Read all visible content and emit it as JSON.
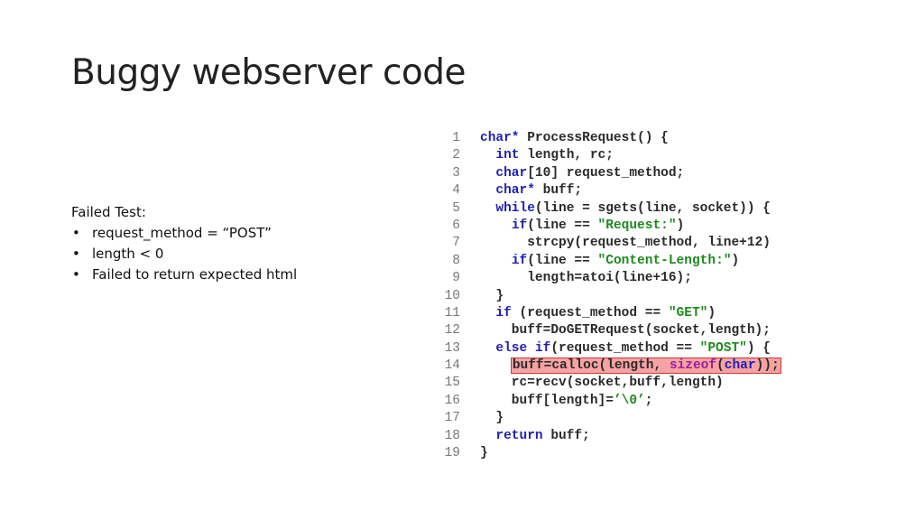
{
  "slide": {
    "title": "Buggy webserver code"
  },
  "failed_test": {
    "heading": "Failed Test:",
    "bullet": "•",
    "items": [
      "request_method = “POST”",
      "length < 0",
      "Failed to return expected html"
    ]
  },
  "code": {
    "highlight_color": "#f6a3a3",
    "keyword_color": "#1f1fb4",
    "string_color": "#1d8a1d",
    "lines": [
      {
        "num": "1",
        "tokens": [
          {
            "t": "char*",
            "c": "kw"
          },
          {
            "t": " ProcessRequest() {"
          }
        ]
      },
      {
        "num": "2",
        "tokens": [
          {
            "t": "  "
          },
          {
            "t": "int",
            "c": "kw"
          },
          {
            "t": " length, rc;"
          }
        ]
      },
      {
        "num": "3",
        "tokens": [
          {
            "t": "  "
          },
          {
            "t": "char",
            "c": "kw"
          },
          {
            "t": "[10] request_method;"
          }
        ]
      },
      {
        "num": "4",
        "tokens": [
          {
            "t": "  "
          },
          {
            "t": "char*",
            "c": "kw"
          },
          {
            "t": " buff;"
          }
        ]
      },
      {
        "num": "5",
        "tokens": [
          {
            "t": "  "
          },
          {
            "t": "while",
            "c": "kw"
          },
          {
            "t": "(line = sgets(line, socket)) {"
          }
        ]
      },
      {
        "num": "6",
        "tokens": [
          {
            "t": "    "
          },
          {
            "t": "if",
            "c": "kw"
          },
          {
            "t": "(line == "
          },
          {
            "t": "\"Request:\"",
            "c": "str"
          },
          {
            "t": ")"
          }
        ]
      },
      {
        "num": "7",
        "tokens": [
          {
            "t": "      strcpy(request_method, line+12)"
          }
        ]
      },
      {
        "num": "8",
        "tokens": [
          {
            "t": "    "
          },
          {
            "t": "if",
            "c": "kw"
          },
          {
            "t": "(line == "
          },
          {
            "t": "\"Content-Length:\"",
            "c": "str"
          },
          {
            "t": ")"
          }
        ]
      },
      {
        "num": "9",
        "tokens": [
          {
            "t": "      length=atoi(line+16);"
          }
        ]
      },
      {
        "num": "10",
        "tokens": [
          {
            "t": "  }"
          }
        ]
      },
      {
        "num": "11",
        "tokens": [
          {
            "t": "  "
          },
          {
            "t": "if",
            "c": "kw"
          },
          {
            "t": " (request_method == "
          },
          {
            "t": "\"GET\"",
            "c": "str"
          },
          {
            "t": ")"
          }
        ]
      },
      {
        "num": "12",
        "tokens": [
          {
            "t": "    buff=DoGETRequest(socket,length);"
          }
        ]
      },
      {
        "num": "13",
        "tokens": [
          {
            "t": "  "
          },
          {
            "t": "else if",
            "c": "kw"
          },
          {
            "t": "(request_method == "
          },
          {
            "t": "\"POST\"",
            "c": "str"
          },
          {
            "t": ") {"
          }
        ]
      },
      {
        "num": "14",
        "highlight": true,
        "indent": "    ",
        "tokens": [
          {
            "t": "buff=calloc(length, "
          },
          {
            "t": "sizeof",
            "c": "sizeof"
          },
          {
            "t": "("
          },
          {
            "t": "char",
            "c": "kw"
          },
          {
            "t": "));"
          }
        ]
      },
      {
        "num": "15",
        "tokens": [
          {
            "t": "    rc=recv(socket,buff,length)"
          }
        ]
      },
      {
        "num": "16",
        "tokens": [
          {
            "t": "    buff[length]="
          },
          {
            "t": "’\\0’",
            "c": "str"
          },
          {
            "t": ";"
          }
        ]
      },
      {
        "num": "17",
        "tokens": [
          {
            "t": "  }"
          }
        ]
      },
      {
        "num": "18",
        "tokens": [
          {
            "t": "  "
          },
          {
            "t": "return",
            "c": "kw"
          },
          {
            "t": " buff;"
          }
        ]
      },
      {
        "num": "19",
        "tokens": [
          {
            "t": "}"
          }
        ]
      }
    ]
  }
}
